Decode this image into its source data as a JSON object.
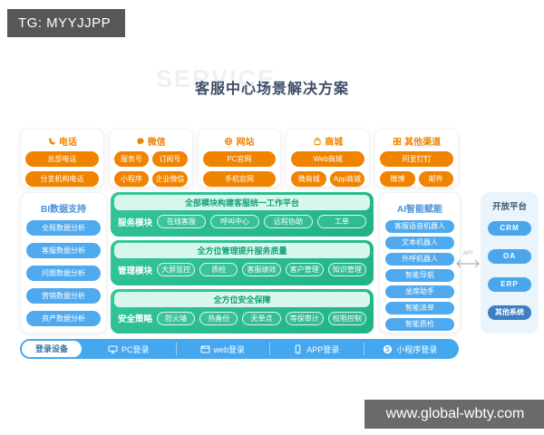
{
  "watermarks": {
    "tg": "TG: MYYJJPP",
    "site": "www.global-wbty.com"
  },
  "header": {
    "background_text": "SERVICE",
    "title": "客服中心场景解决方案"
  },
  "channels": [
    {
      "name": "电话",
      "icon": "phone-icon",
      "rows": [
        [
          "总部电话"
        ],
        [
          "分支机构电话"
        ]
      ]
    },
    {
      "name": "微信",
      "icon": "wechat-icon",
      "rows": [
        [
          "服务号",
          "订阅号"
        ],
        [
          "小程序",
          "企业微信"
        ]
      ]
    },
    {
      "name": "网站",
      "icon": "website-icon",
      "rows": [
        [
          "PC官网"
        ],
        [
          "手机官网"
        ]
      ]
    },
    {
      "name": "商城",
      "icon": "mall-icon",
      "rows": [
        [
          "Web商城"
        ],
        [
          "微商城",
          "App商城"
        ]
      ]
    },
    {
      "name": "其他渠道",
      "icon": "apps-grid-icon",
      "rows": [
        [
          "阿里钉钉"
        ],
        [
          "微博",
          "邮件"
        ]
      ]
    }
  ],
  "bi_panel": {
    "title": "BI数据支持",
    "items": [
      "全局数据分析",
      "客服数据分析",
      "问题数据分析",
      "营销数据分析",
      "资产数据分析"
    ]
  },
  "platform": {
    "sections": [
      {
        "header": "全部模块构建客服统一工作平台",
        "label": "服务模块",
        "items": [
          "在线客服",
          "呼叫中心",
          "远程协助",
          "工单"
        ]
      },
      {
        "header": "全方位管理提升服务质量",
        "label": "管理模块",
        "items": [
          "大屏监控",
          "质检",
          "客服绩效",
          "客户管理",
          "知识管理"
        ]
      },
      {
        "header": "全方位安全保障",
        "label": "安全策略",
        "items": [
          "防火墙",
          "热备份",
          "无单点",
          "等保审计",
          "权限控制"
        ]
      }
    ]
  },
  "ai_panel": {
    "title": "AI智能赋能",
    "items": [
      "客服语音机器人",
      "文本机器人",
      "外呼机器人",
      "智能导航",
      "坐席助手",
      "智能派单",
      "智能质检"
    ]
  },
  "open_platform": {
    "title": "开放平台",
    "api_label": "API",
    "items": [
      "CRM",
      "OA",
      "ERP",
      "其他系统"
    ]
  },
  "login_bar": {
    "label": "登录设备",
    "items": [
      {
        "icon": "pc-icon",
        "label": "PC登录"
      },
      {
        "icon": "browser-icon",
        "label": "web登录"
      },
      {
        "icon": "mobile-icon",
        "label": "APP登录"
      },
      {
        "icon": "miniprogram-icon",
        "label": "小程序登录"
      }
    ]
  },
  "colors": {
    "orange": "#F08300",
    "green": "#2BBC8E",
    "green_header_bg": "#D8F6EC",
    "blue_pill": "#4FA9EE",
    "open_pill": "#4AA6EA",
    "open_pill_dark": "#3E7EC2",
    "bar_blue": "#45A7EF",
    "panel_title_blue": "#4A90D9",
    "dark_box": "#575757"
  }
}
